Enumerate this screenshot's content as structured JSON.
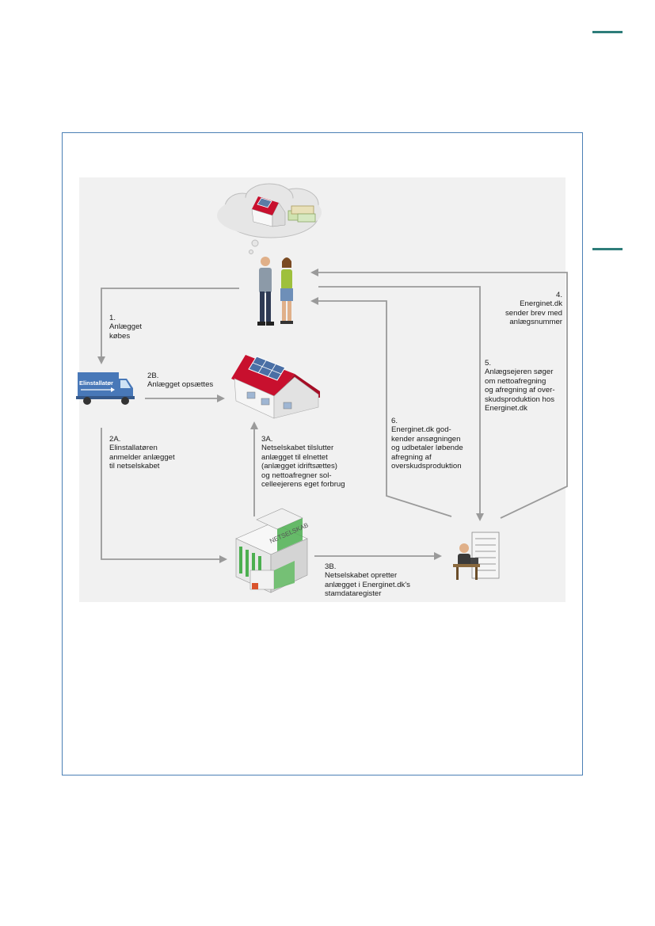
{
  "colors": {
    "accent_rule": "#2e7d7a",
    "frame_border": "#4a7fb5",
    "panel_bg": "#f1f1f1",
    "arrow": "#9a9a9a",
    "roof": "#c8102e",
    "building_green": "#4caf50"
  },
  "icons": {
    "thought_cloud": "thought-cloud-house-money",
    "couple": "couple-people",
    "truck": "installer-truck",
    "house": "house-with-solar-panels",
    "netselskab": "netselskab-building",
    "energinet": "energinet-clerk-desk"
  },
  "truck_text": "Elinstallatør",
  "building_sign": "NETSELSKAB",
  "steps": {
    "s1": [
      "1.",
      "Anlægget",
      "købes"
    ],
    "s2b": [
      "2B.",
      "Anlægget opsættes"
    ],
    "s2a": [
      "2A.",
      "Elinstallatøren",
      "anmelder anlægget",
      "til netselskabet"
    ],
    "s3a": [
      "3A.",
      "Netselskabet tilslutter",
      "anlægget til elnettet",
      "(anlægget idriftsættes)",
      "og nettoafregner sol-",
      "celleejerens eget forbrug"
    ],
    "s3b": [
      "3B.",
      "Netselskabet opretter",
      "anlægget i Energinet.dk's",
      "stamdataregister"
    ],
    "s4": [
      "4.",
      "Energinet.dk",
      "sender brev med",
      "anlægsnummer"
    ],
    "s5": [
      "5.",
      "Anlægsejeren søger",
      "om nettoafregning",
      "og afregning af over-",
      "skudsproduktion hos",
      "Energinet.dk"
    ],
    "s6": [
      "6.",
      "Energinet.dk god-",
      "kender ansøgningen",
      "og udbetaler løbende",
      "afregning af",
      "overskudsproduktion"
    ]
  }
}
